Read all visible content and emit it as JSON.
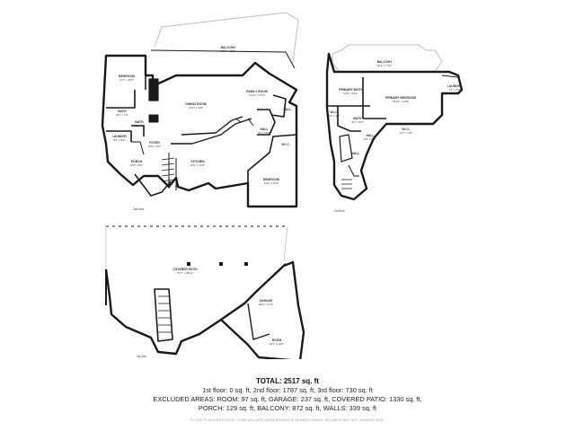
{
  "floors": [
    {
      "name": "2nd floor",
      "rooms": [
        {
          "name": "BALCONY",
          "dims": "57'7\" x 18'6\""
        },
        {
          "name": "BEDROOM",
          "dims": "14'7\" x 15'3\""
        },
        {
          "name": "DINING ROOM",
          "dims": "27'0\" x 14'0\""
        },
        {
          "name": "FAMILY ROOM",
          "dims": "11'10\" x 17'0\""
        },
        {
          "name": "BATH",
          "dims": "8'4\" x 7'0\""
        },
        {
          "name": "BATH",
          "dims": "7'0\" x 4'0\""
        },
        {
          "name": "HALL",
          "dims": ""
        },
        {
          "name": "LAUNDRY",
          "dims": "8'1\" x 8'9\""
        },
        {
          "name": "FOYER",
          "dims": "15'0\" x 5'0\""
        },
        {
          "name": "HALL",
          "dims": "6'0\" x 6'0\""
        },
        {
          "name": "PORCH",
          "dims": "11'0\" x 8'4\""
        },
        {
          "name": "KITCHEN",
          "dims": "27'2\" x 14'3\""
        },
        {
          "name": "BEDROOM",
          "dims": "11'2\" x 13'3\""
        },
        {
          "name": "W.I.C.",
          "dims": ""
        }
      ]
    },
    {
      "name": "3rd floor",
      "rooms": [
        {
          "name": "BALCONY",
          "dims": "30'1\" x 7'10\""
        },
        {
          "name": "PRIMARY BATH",
          "dims": "12'6\" x 9'11\""
        },
        {
          "name": "PRIMARY BEDROOM",
          "dims": "15'10\" x 13'8\""
        },
        {
          "name": "LAUNDRY",
          "dims": "7'1\" x 5'9\""
        },
        {
          "name": "W.I.C.",
          "dims": "6'2\" x 4'0\""
        },
        {
          "name": "BATH",
          "dims": "6'0\" x 6'0\""
        },
        {
          "name": "W.I.C.",
          "dims": "13'7\" x 4'4\""
        },
        {
          "name": "HALL",
          "dims": "5'6\" x 11'0\""
        },
        {
          "name": "HALL",
          "dims": ""
        }
      ]
    },
    {
      "name": "1st floor",
      "rooms": [
        {
          "name": "COVERED PATIO",
          "dims": "57'7\" x 30'11\""
        },
        {
          "name": "GARAGE",
          "dims": "18'0\" x 17'4\""
        },
        {
          "name": "ROOM",
          "dims": "10'7\" x 10'0\""
        }
      ]
    }
  ],
  "summary": {
    "total": "TOTAL: 2517 sq. ft",
    "line1": "1st floor: 0 sq. ft, 2nd floor: 1787 sq. ft, 3rd floor: 730 sq. ft",
    "line2": "EXCLUDED AREAS: ROOM: 97 sq. ft, GARAGE: 237 sq. ft, COVERED PATIO: 1330 sq. ft,",
    "line3": "PORCH: 129 sq. ft, BALCONY: 872 sq. ft, WALLS: 339 sq. ft",
    "footer": "FLOOR PLAN CREATED BY CUBICASA APP. MEASUREMENTS DEEMED HIGHLY RELIABLE BUT NOT GUARANTEED."
  },
  "colors": {
    "wall": "#1a1a1a",
    "light_wall": "#bdbdbd",
    "background": "#ffffff"
  }
}
